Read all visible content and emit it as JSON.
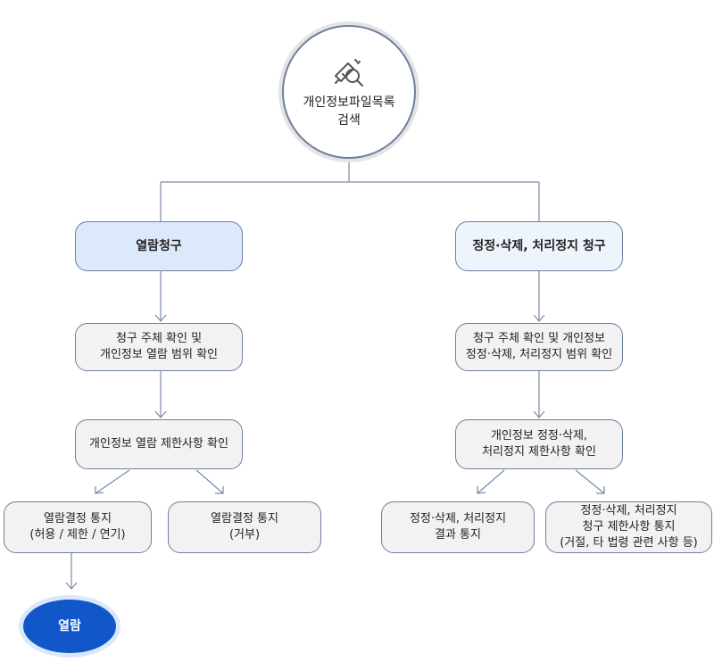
{
  "root": {
    "label": "개인정보파일목록\n검색",
    "icon": "search-document-icon"
  },
  "left": {
    "header": "열람청구",
    "step1": "청구 주체 확인 및\n개인정보 열람 범위 확인",
    "step2": "개인정보 열람 제한사항 확인",
    "result_a": "열람결정 통지\n(허용 / 제한 / 연기)",
    "result_b": "열람결정 통지\n(거부)",
    "final": "열람"
  },
  "right": {
    "header": "정정·삭제, 처리정지 청구",
    "step1": "청구 주체 확인 및 개인정보\n정정·삭제, 처리정지 범위 확인",
    "step2": "개인정보 정정·삭제,\n처리정지 제한사항 확인",
    "result_a": "정정·삭제, 처리정지\n결과 통지",
    "result_b": "정정·삭제, 처리정지\n청구 제한사항 통지\n(거절, 타 법령 관련 사항 등)"
  },
  "colors": {
    "line": "#7a8aa8",
    "box_fill": "#f2f2f2",
    "header_fill": "#dce9fb",
    "final_fill": "#1257c9"
  }
}
